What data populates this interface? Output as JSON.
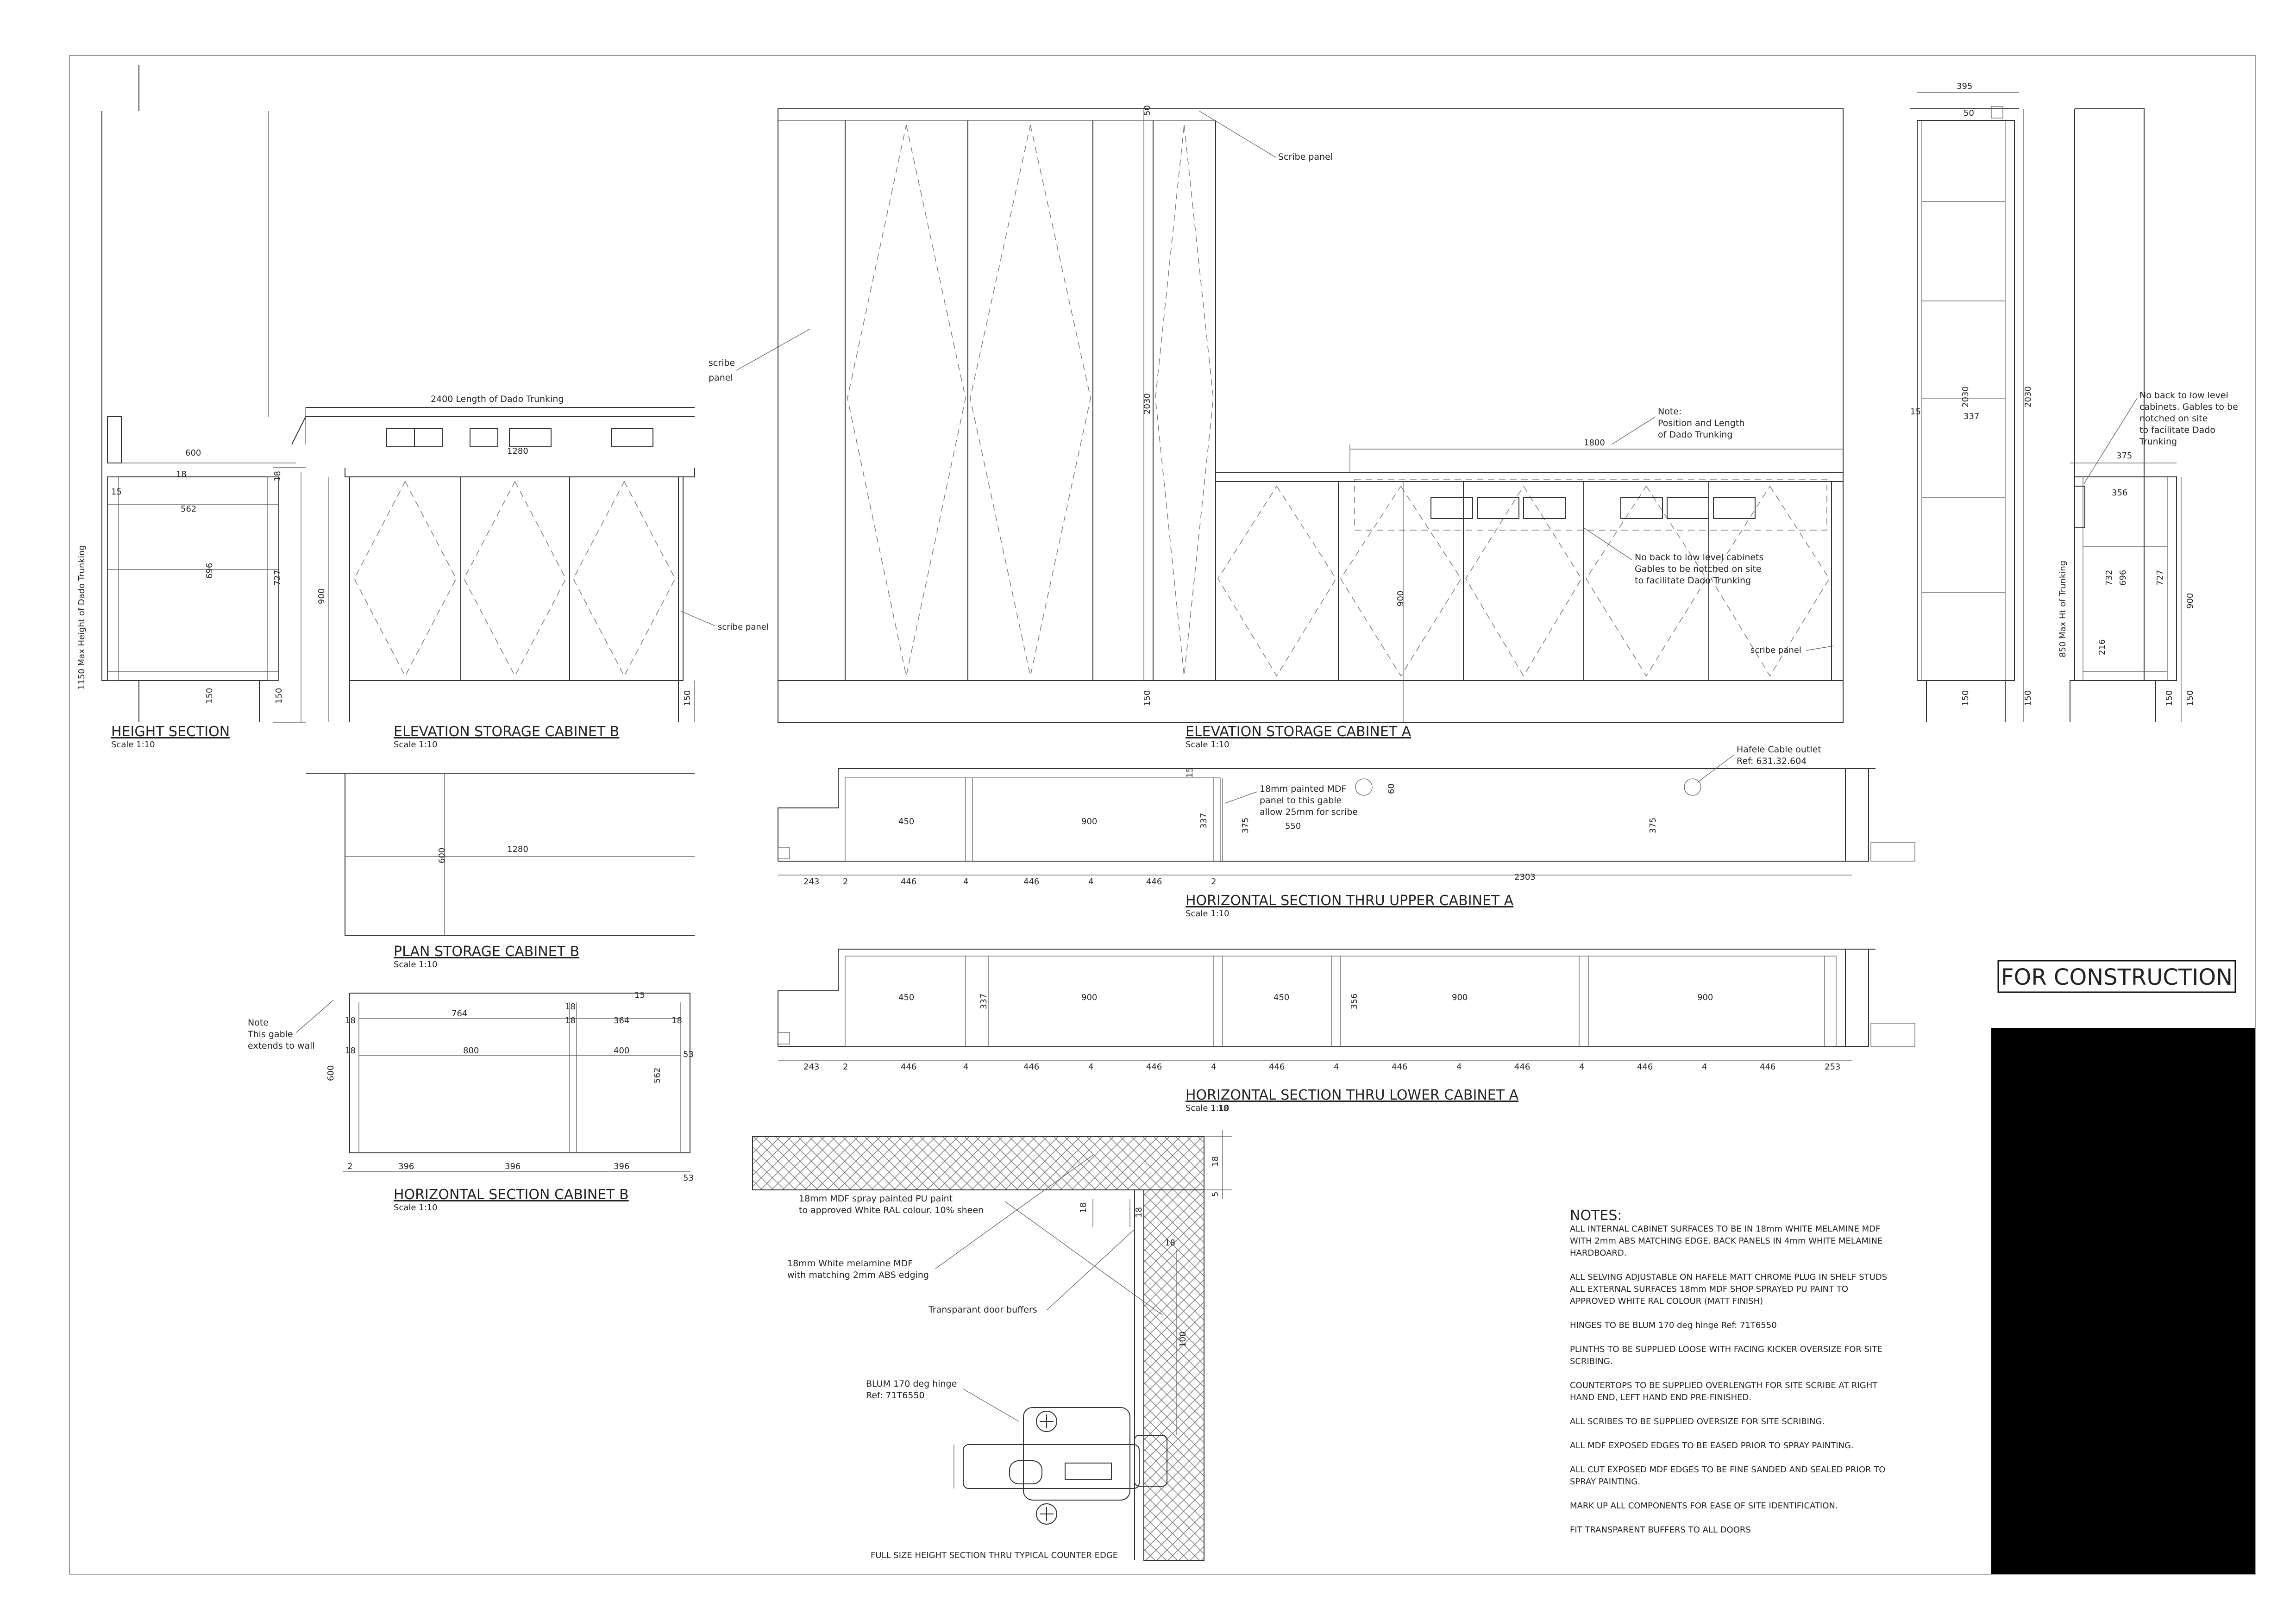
{
  "titles": {
    "height_section": "HEIGHT SECTION",
    "elev_b": "ELEVATION STORAGE CABINET B",
    "elev_a": "ELEVATION STORAGE CABINET A",
    "plan_b": "PLAN STORAGE CABINET B",
    "hsec_b": "HORIZONTAL SECTION CABINET B",
    "hsec_upper_a": "HORIZONTAL SECTION THRU UPPER CABINET A",
    "hsec_lower_a": "HORIZONTAL SECTION THRU LOWER CABINET A",
    "full_size": "FULL SIZE HEIGHT SECTION THRU TYPICAL COUNTER EDGE",
    "scale": "Scale 1:10"
  },
  "stamp": "FOR CONSTRUCTION",
  "labels": {
    "dado": "2400 Length of Dado Trunking",
    "scribe_panel": "scribe panel",
    "scribe_panel_cap": "Scribe panel",
    "scribe_panel_2": "scribe",
    "scribe_panel_3": "panel",
    "note_pos_1": "Note:",
    "note_pos_2": "Position and Length",
    "note_pos_3": "of Dado Trunking",
    "noback_1": "No back to low level cabinets",
    "noback_2": "Gables to be notched on site",
    "noback_3": "to facilitate Dado Trunking",
    "noback_r1": "No back to low level",
    "noback_r2": "cabinets. Gables to be",
    "noback_r3": "notched on site",
    "noback_r4": "to facilitate Dado",
    "noback_r5": "Trunking",
    "max_trunk": "850 Max Ht of Trunking",
    "height_trunk": "1150 Max Height of Dado Trunking",
    "hafele_1": "Hafele Cable outlet",
    "hafele_2": "Ref: 631.32.604",
    "mdf_gable_1": "18mm painted MDF",
    "mdf_gable_2": "panel to this gable",
    "mdf_gable_3": "allow 25mm for scribe",
    "note_gable_1": "Note",
    "note_gable_2": "This gable",
    "note_gable_3": "extends to wall",
    "spray_1": "18mm MDF spray painted PU paint",
    "spray_2": "to approved White RAL colour. 10% sheen",
    "white_1": "18mm White melamine MDF",
    "white_2": "with matching 2mm ABS edging",
    "buffers": "Transparant door buffers",
    "hinge_1": "BLUM 170 deg hinge",
    "hinge_2": "Ref: 71T6550"
  },
  "dims": {
    "d600": "600",
    "d18": "18",
    "d562": "562",
    "d696": "696",
    "d727": "727",
    "d150": "150",
    "d15": "15",
    "d1280": "1280",
    "d900": "900",
    "d50": "50",
    "d2030": "2030",
    "d1800": "1800",
    "d395": "395",
    "d337": "337",
    "d375": "375",
    "d356": "356",
    "d732": "732",
    "d216": "216",
    "d450": "450",
    "d550": "550",
    "d60": "60",
    "d2303": "2303",
    "d243": "243",
    "d2": "2",
    "d446": "446",
    "d4": "4",
    "d253": "253",
    "d764": "764",
    "d364": "364",
    "d800": "800",
    "d400": "400",
    "d53": "53",
    "d396": "396",
    "d5": "5",
    "d100": "100"
  },
  "notes": {
    "heading": "NOTES:",
    "items": [
      "ALL INTERNAL CABINET SURFACES TO BE IN 18mm WHITE MELAMINE MDF",
      "WITH 2mm ABS MATCHING EDGE. BACK PANELS IN 4mm WHITE MELAMINE",
      "HARDBOARD.",
      "ALL SELVING ADJUSTABLE ON HAFELE MATT CHROME PLUG IN SHELF STUDS",
      "ALL EXTERNAL SURFACES 18mm MDF SHOP SPRAYED PU PAINT TO",
      "APPROVED WHITE RAL COLOUR (MATT FINISH)",
      "HINGES TO BE BLUM 170 deg hinge Ref: 71T6550",
      "PLINTHS TO BE SUPPLIED LOOSE WITH FACING KICKER OVERSIZE FOR SITE",
      "SCRIBING.",
      "COUNTERTOPS TO BE SUPPLIED OVERLENGTH FOR SITE SCRIBE AT RIGHT",
      "HAND END, LEFT HAND END PRE-FINISHED.",
      "ALL SCRIBES TO BE SUPPLIED OVERSIZE FOR SITE SCRIBING.",
      "ALL MDF EXPOSED EDGES TO BE EASED PRIOR TO SPRAY PAINTING.",
      "ALL CUT EXPOSED MDF EDGES TO BE FINE SANDED AND SEALED PRIOR TO",
      "SPRAY PAINTING.",
      "MARK UP ALL COMPONENTS FOR EASE OF SITE IDENTIFICATION.",
      "FIT TRANSPARENT BUFFERS TO ALL DOORS"
    ]
  }
}
